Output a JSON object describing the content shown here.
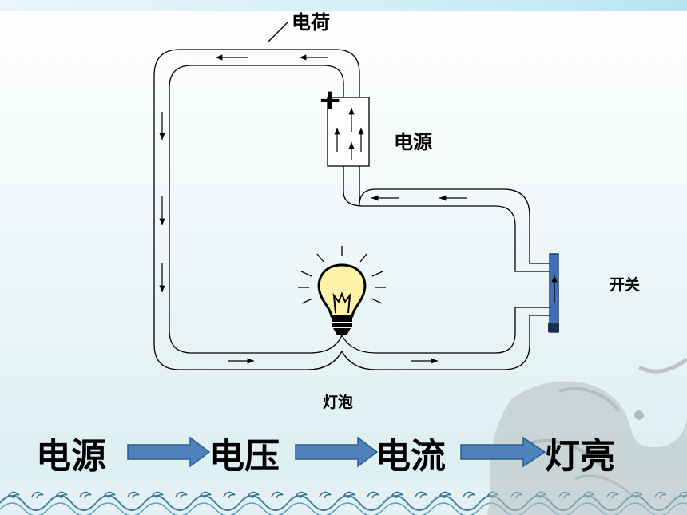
{
  "labels": {
    "charge": "电荷",
    "power_source": "电源",
    "switch": "开关",
    "bulb": "灯泡",
    "plus_sign": "+"
  },
  "flow": {
    "steps": [
      "电源",
      "电压",
      "电流",
      "灯亮"
    ]
  },
  "icons": {
    "bulb": "lightbulb-icon",
    "dragon": "dragon-decoration-icon",
    "waves": "wave-pattern-icon"
  },
  "colors": {
    "wire": "#000000",
    "flow_arrow": "#4f81bd",
    "flow_arrow_border": "#2c5c8f",
    "switch": "#3f6fb5",
    "bulb": "#fff3a8"
  }
}
